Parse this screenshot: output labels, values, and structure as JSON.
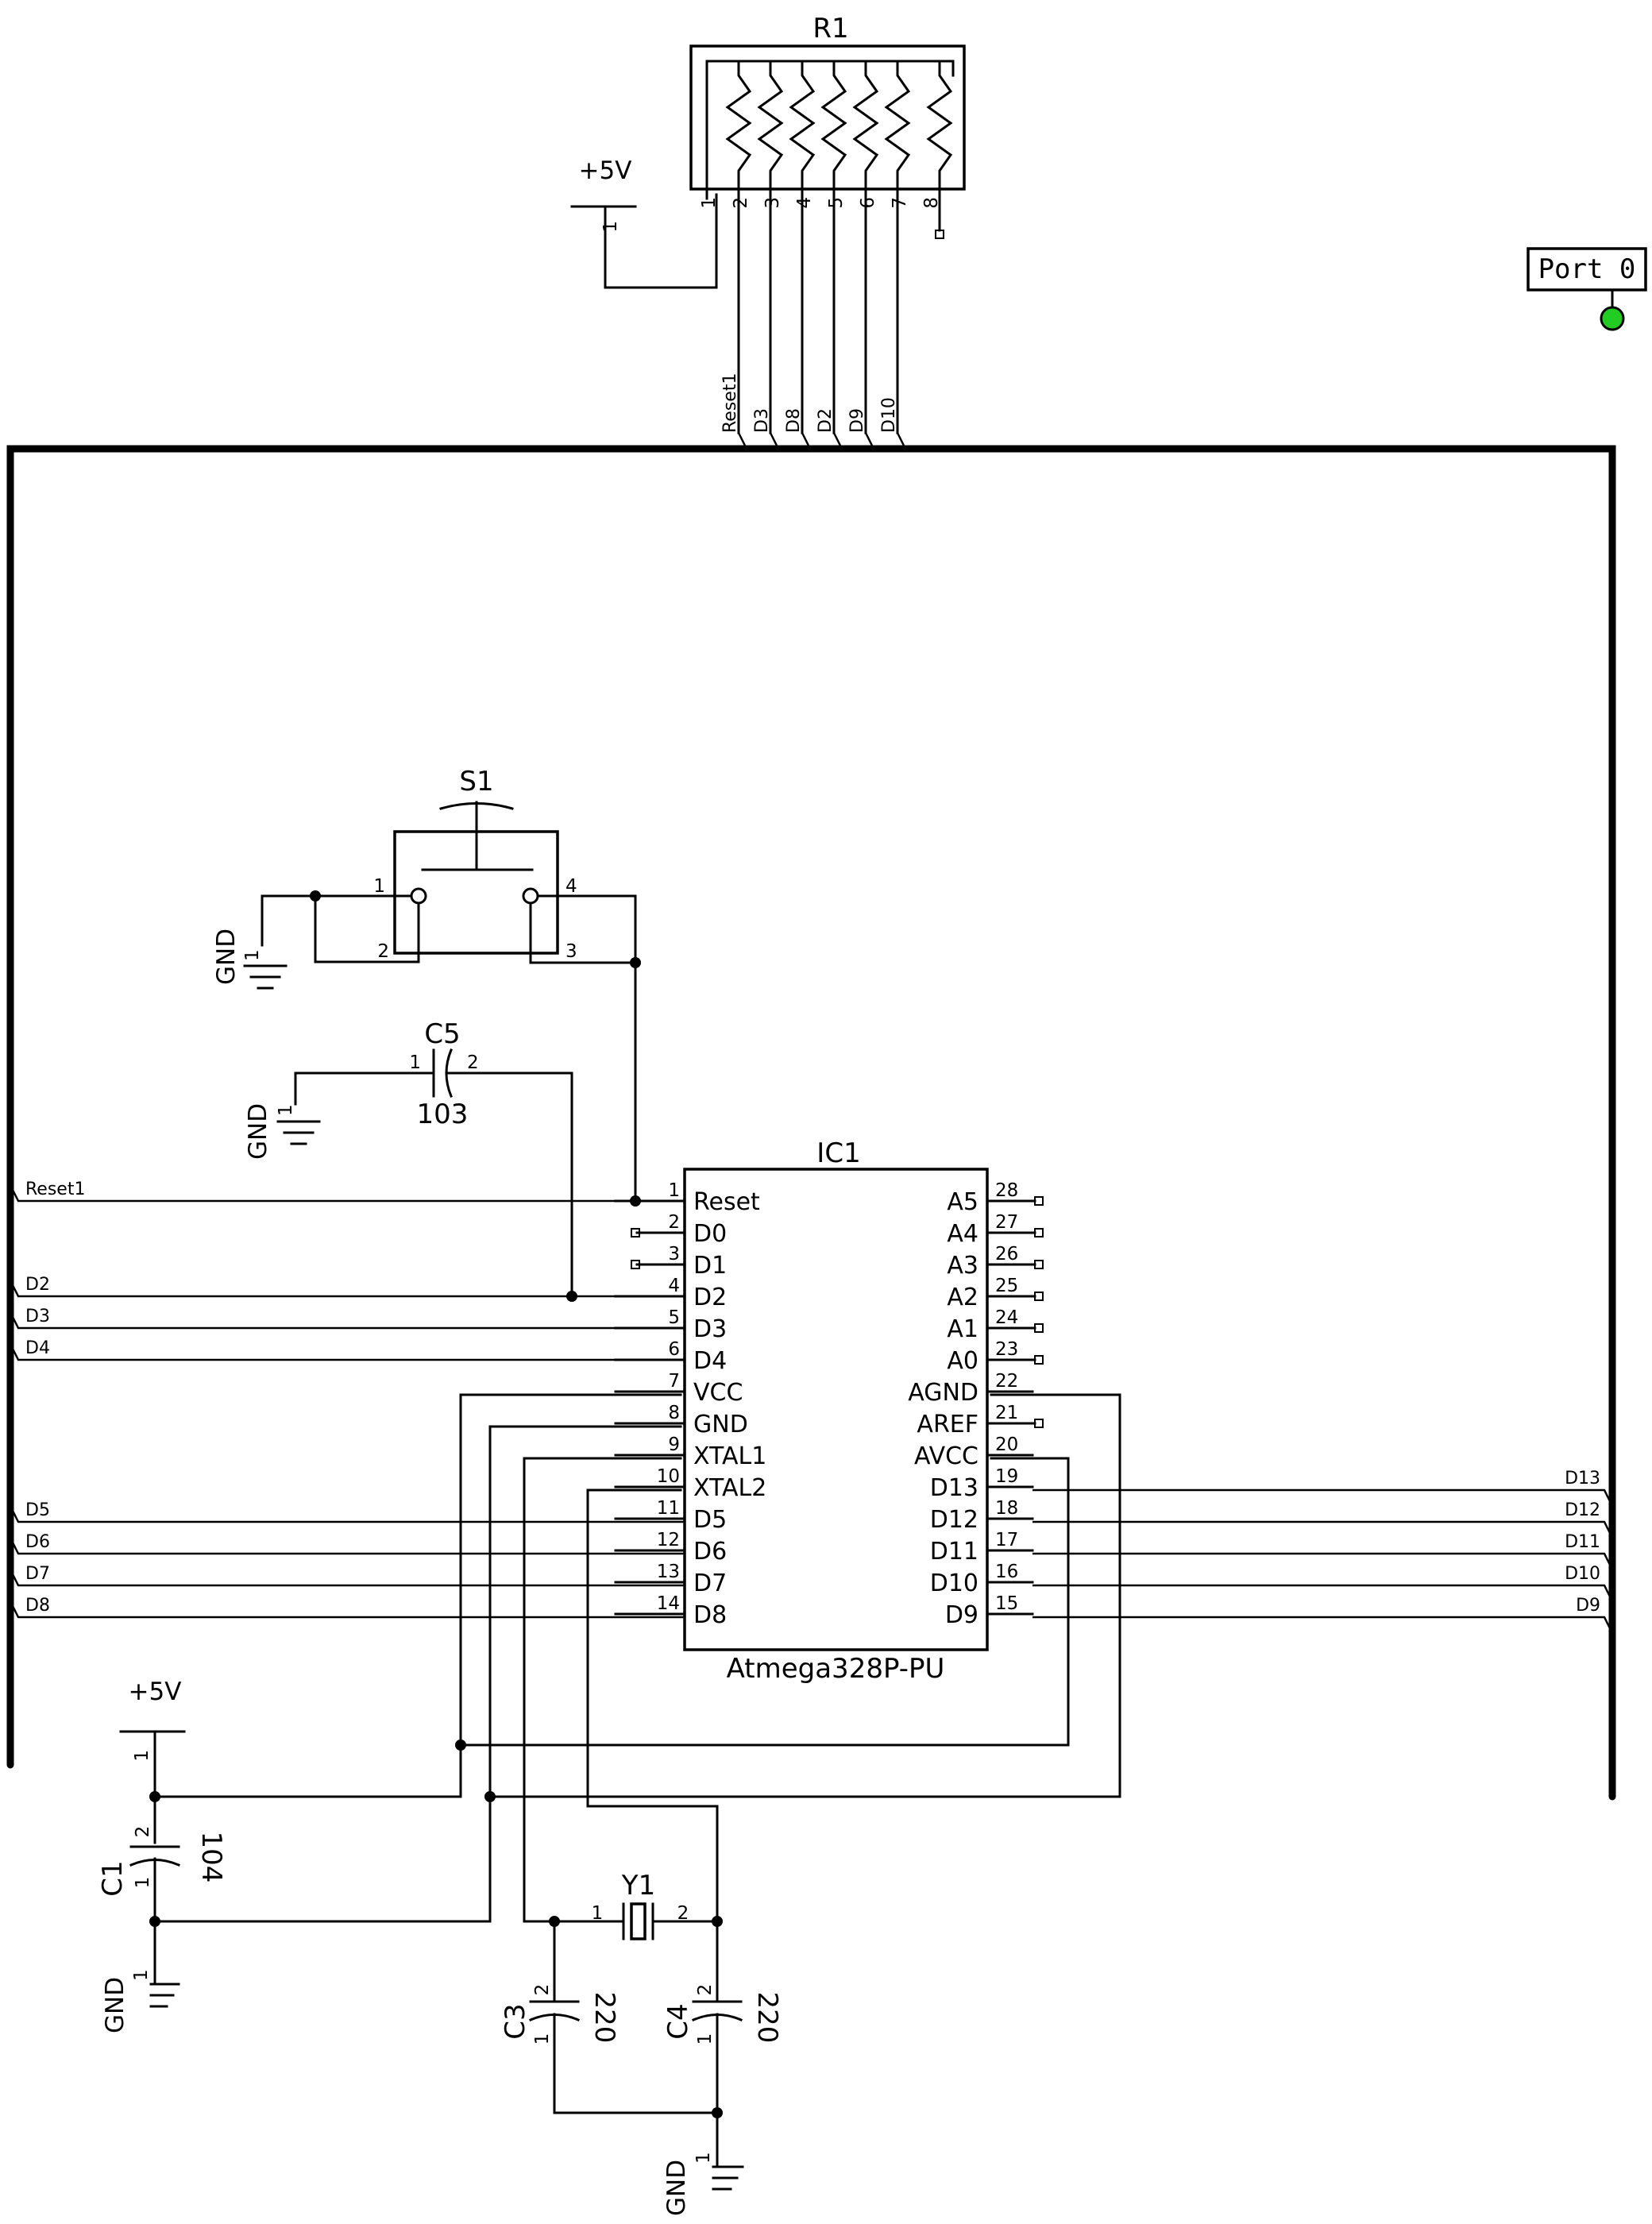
{
  "port": {
    "label": "Port 0",
    "indicator_color": "#22cc22"
  },
  "r1": {
    "ref": "R1",
    "pins": [
      "1",
      "2",
      "3",
      "4",
      "5",
      "6",
      "7",
      "8"
    ],
    "nets": [
      "Reset1",
      "D3",
      "D8",
      "D2",
      "D9",
      "D10"
    ]
  },
  "supply": {
    "vcc_label": "+5V",
    "gnd_label": "GND",
    "pin1": "1"
  },
  "s1": {
    "ref": "S1",
    "pins": [
      "1",
      "2",
      "3",
      "4"
    ]
  },
  "c5": {
    "ref": "C5",
    "value": "103",
    "pin1": "1",
    "pin2": "2"
  },
  "ic1": {
    "ref": "IC1",
    "part": "Atmega328P-PU",
    "left_pins": [
      {
        "num": "1",
        "name": "Reset"
      },
      {
        "num": "2",
        "name": "D0"
      },
      {
        "num": "3",
        "name": "D1"
      },
      {
        "num": "4",
        "name": "D2"
      },
      {
        "num": "5",
        "name": "D3"
      },
      {
        "num": "6",
        "name": "D4"
      },
      {
        "num": "7",
        "name": "VCC"
      },
      {
        "num": "8",
        "name": "GND"
      },
      {
        "num": "9",
        "name": "XTAL1"
      },
      {
        "num": "10",
        "name": "XTAL2"
      },
      {
        "num": "11",
        "name": "D5"
      },
      {
        "num": "12",
        "name": "D6"
      },
      {
        "num": "13",
        "name": "D7"
      },
      {
        "num": "14",
        "name": "D8"
      }
    ],
    "right_pins": [
      {
        "num": "28",
        "name": "A5"
      },
      {
        "num": "27",
        "name": "A4"
      },
      {
        "num": "26",
        "name": "A3"
      },
      {
        "num": "25",
        "name": "A2"
      },
      {
        "num": "24",
        "name": "A1"
      },
      {
        "num": "23",
        "name": "A0"
      },
      {
        "num": "22",
        "name": "AGND"
      },
      {
        "num": "21",
        "name": "AREF"
      },
      {
        "num": "20",
        "name": "AVCC"
      },
      {
        "num": "19",
        "name": "D13"
      },
      {
        "num": "18",
        "name": "D12"
      },
      {
        "num": "17",
        "name": "D11"
      },
      {
        "num": "16",
        "name": "D10"
      },
      {
        "num": "15",
        "name": "D9"
      }
    ]
  },
  "left_nets": [
    "Reset1",
    "D2",
    "D3",
    "D4",
    "D5",
    "D6",
    "D7",
    "D8"
  ],
  "right_nets": [
    "D13",
    "D12",
    "D11",
    "D10",
    "D9"
  ],
  "c1": {
    "ref": "C1",
    "value": "104",
    "pin1": "1",
    "pin2": "2"
  },
  "y1": {
    "ref": "Y1",
    "pin1": "1",
    "pin2": "2"
  },
  "c3": {
    "ref": "C3",
    "value": "220",
    "pin1": "1",
    "pin2": "2"
  },
  "c4": {
    "ref": "C4",
    "value": "220",
    "pin1": "1",
    "pin2": "2"
  }
}
